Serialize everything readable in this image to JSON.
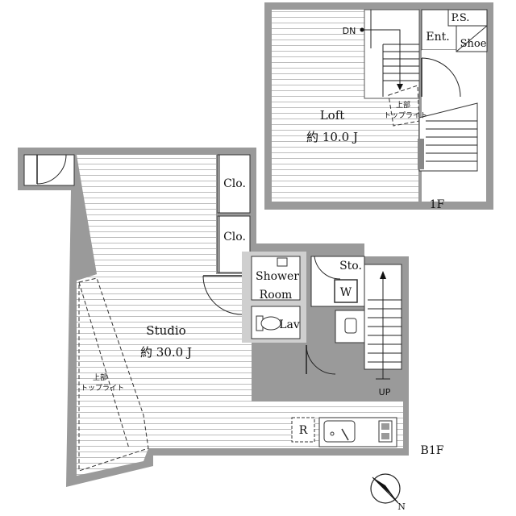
{
  "plan": {
    "rooms": {
      "loft_name": "Loft",
      "loft_area": "約 10.0 J",
      "studio_name": "Studio",
      "studio_area": "約 30.0 J",
      "shower_line1": "Shower",
      "shower_line2": "Room",
      "lav": "Lav",
      "closet_1": "Clo.",
      "closet_2": "Clo.",
      "storage": "Sto.",
      "entrance": "Ent.",
      "pipe_space": "P.S.",
      "shoe": "Shoe",
      "washer": "W",
      "fridge": "R"
    },
    "floors": {
      "upper": "1F",
      "lower": "B1F"
    },
    "stairs": {
      "down": "DN",
      "up": "UP"
    },
    "skylight": {
      "upper_line1": "上部",
      "upper_line2": "トップライト",
      "lower_line1": "上部",
      "lower_line2": "トップライト"
    },
    "compass": {
      "north": "N"
    }
  }
}
